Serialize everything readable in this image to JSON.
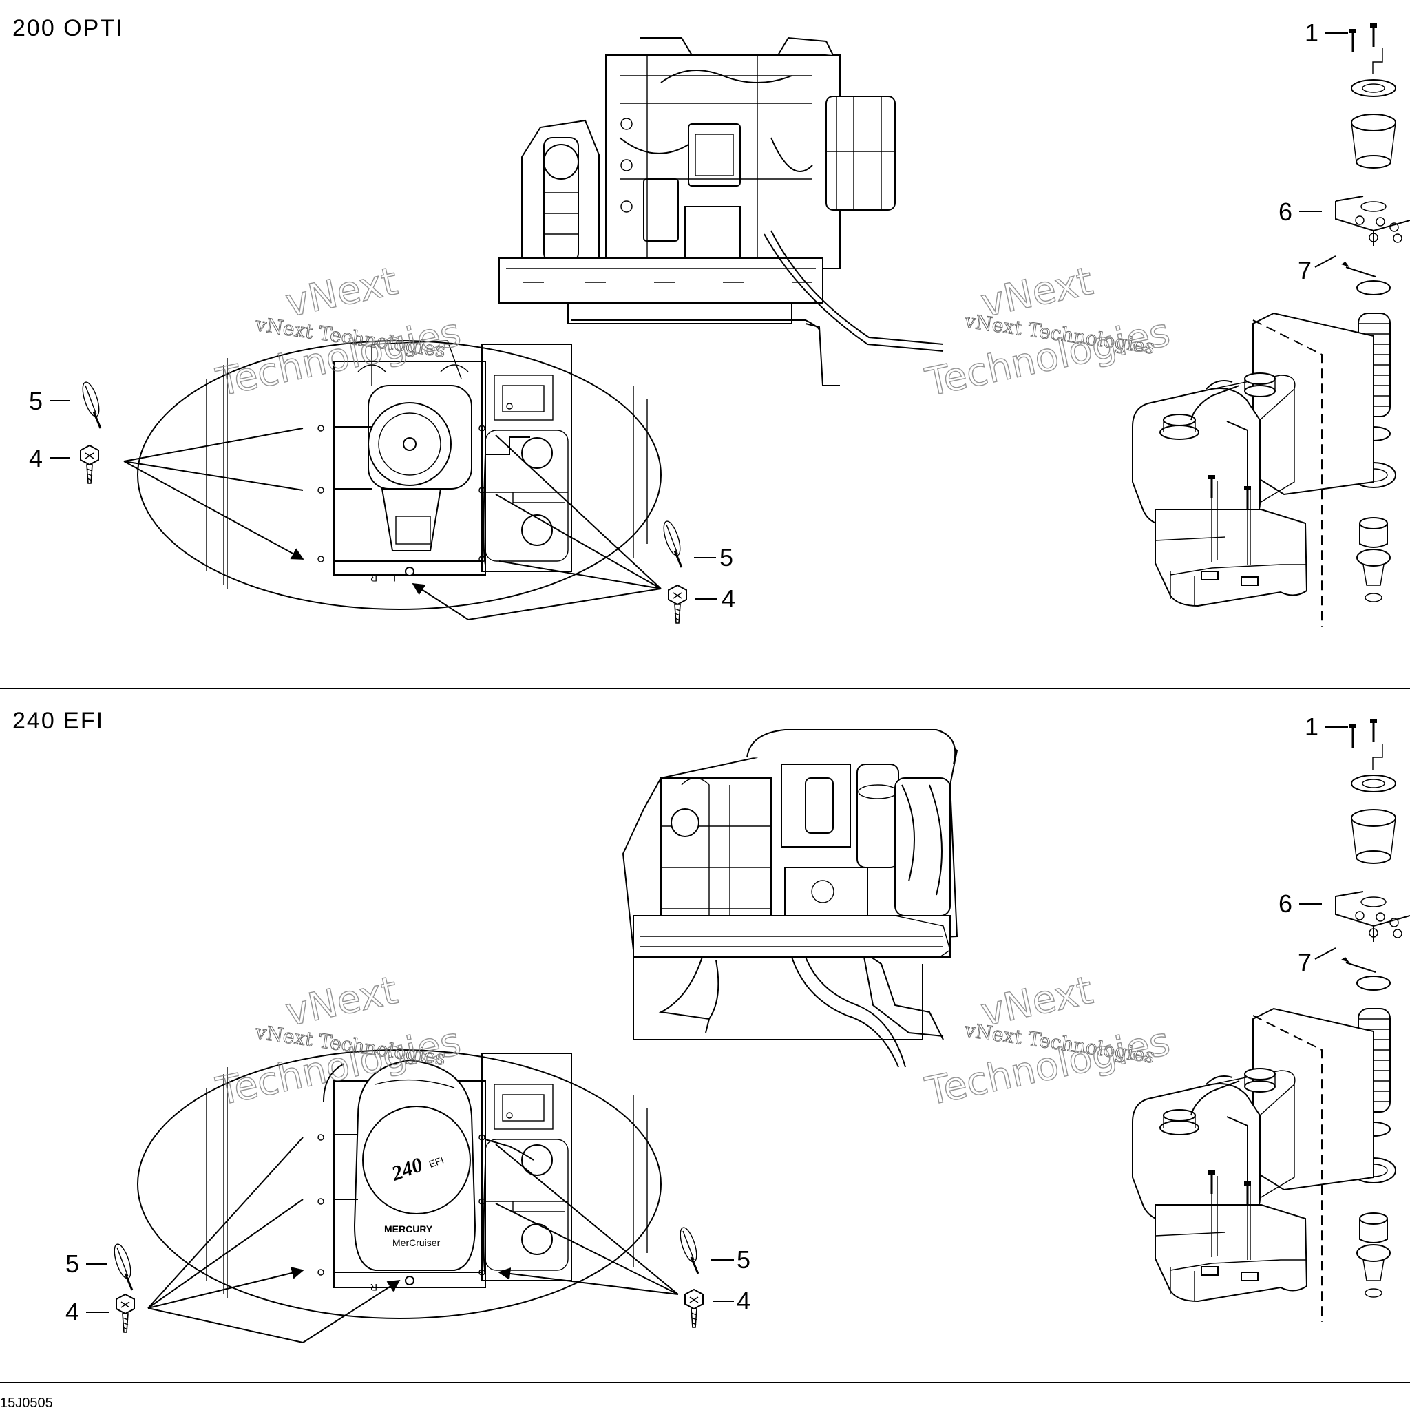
{
  "sections": [
    {
      "title": "200 OPTI"
    },
    {
      "title": "240 EFI"
    }
  ],
  "callouts": {
    "c1": "1",
    "c4": "4",
    "c5": "5",
    "c6": "6",
    "c7": "7"
  },
  "engine_badge": {
    "model": "240",
    "variant": "EFI",
    "brand": "MERCURY",
    "sub": "MerCruiser"
  },
  "inset_letters": {
    "left": "L",
    "right": "R"
  },
  "watermark": {
    "line1": "vNext",
    "line2": "vNext Technologies",
    "line3": "Technologies"
  },
  "footer": {
    "code": "15J0505"
  }
}
